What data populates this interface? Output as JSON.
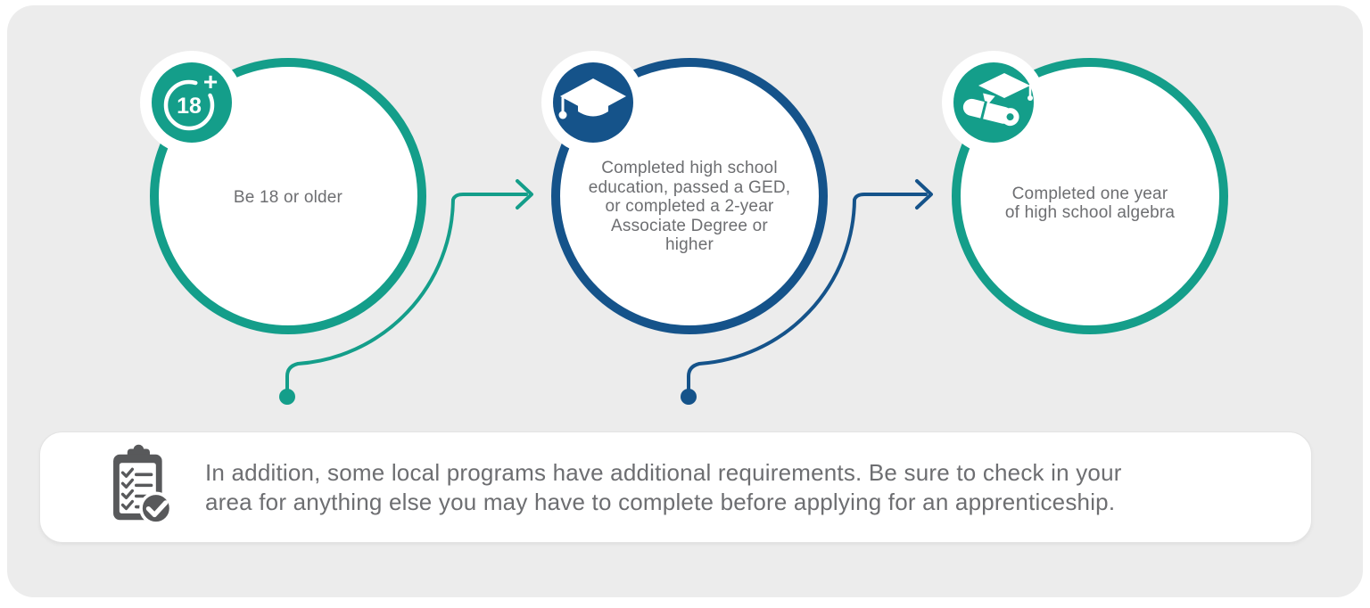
{
  "colors": {
    "teal": "#149E8A",
    "blue": "#15538A",
    "background": "#ECECEC",
    "card": "#FFFFFF",
    "text": "#6D6E71",
    "note_icon_gray": "#58595B"
  },
  "steps": [
    {
      "label": "Be 18 or older",
      "icon": "age-18-plus-icon",
      "accent": "#149E8A",
      "badge_number": "18",
      "badge_plus": "+"
    },
    {
      "label": "Completed high school\neducation, passed a GED,\nor completed a 2-year\nAssociate Degree or\nhigher",
      "icon": "graduation-cap-icon",
      "accent": "#15538A"
    },
    {
      "label": "Completed one year\nof high school algebra",
      "icon": "diploma-scroll-icon",
      "accent": "#149E8A"
    }
  ],
  "note": {
    "icon": "clipboard-check-icon",
    "text": "In addition, some local programs have additional requirements. Be sure to check in your\narea for anything else you may have to complete before applying for an apprenticeship."
  }
}
